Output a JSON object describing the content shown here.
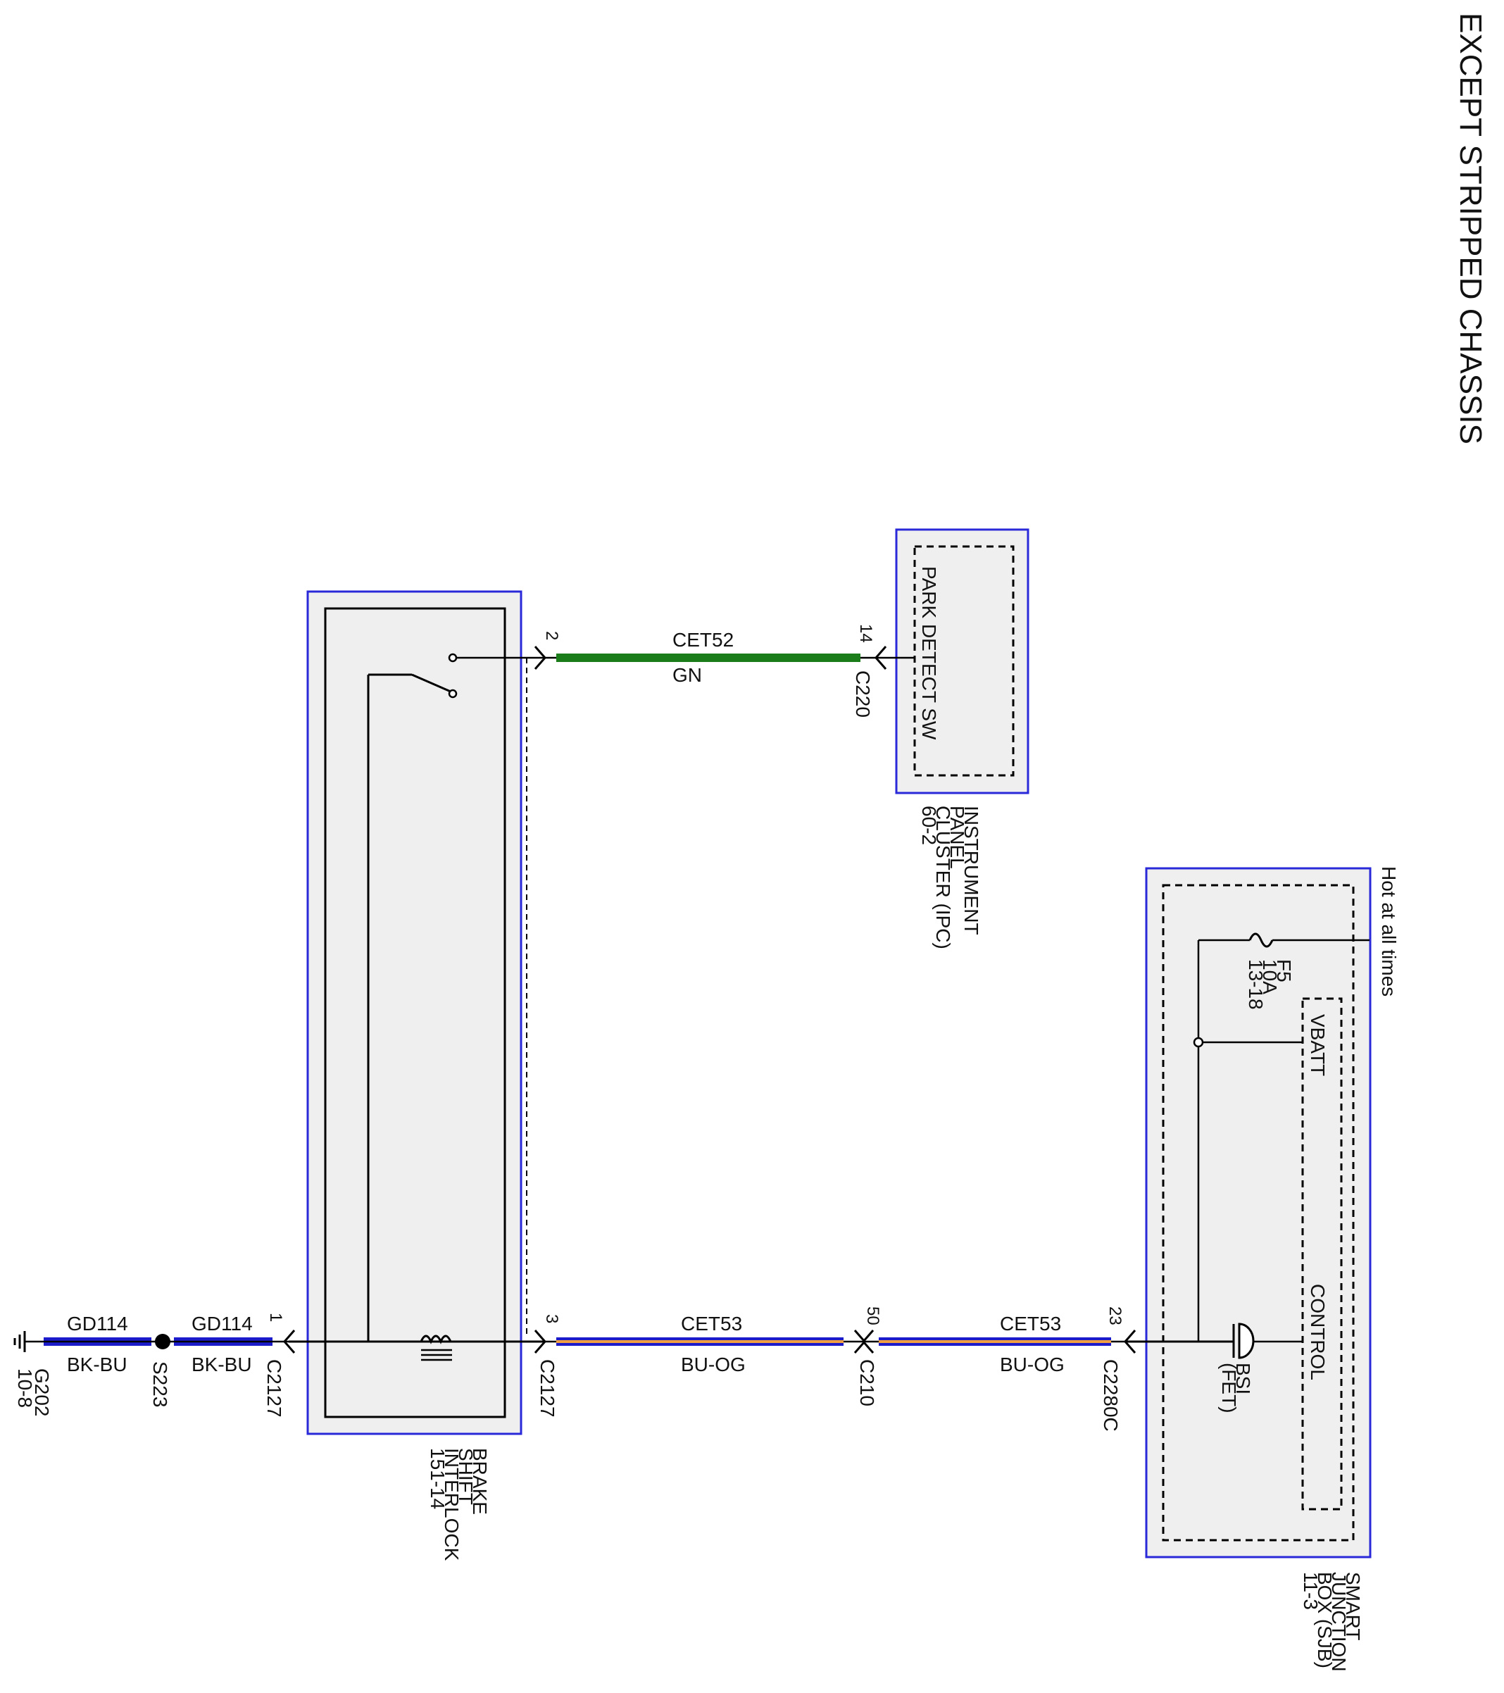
{
  "title": "EXCEPT STRIPPED CHASSIS",
  "colors": {
    "module_border": "#2929d9",
    "module_fill": "#efefef",
    "wire_black": "#000000",
    "wire_green": "#1a7d1a",
    "wire_blue": "#1b1bcc",
    "wire_orange": "#f0a040"
  },
  "components": {
    "ipc": {
      "inner_label": "PARK DETECT SW",
      "name_lines": [
        "INSTRUMENT",
        "PANEL",
        "CLUSTER (IPC)",
        "60-2"
      ]
    },
    "bsi": {
      "name_lines": [
        "BRAKE",
        "SHIFT",
        "INTERLOCK",
        "151-14"
      ]
    },
    "sjb": {
      "name_lines": [
        "SMART",
        "JUNCTION",
        "BOX (SJB)",
        "11-3"
      ],
      "vbatt_label": "VBATT",
      "control_label": "CONTROL",
      "fet_lines": [
        "BSI",
        "(FET)"
      ],
      "fuse_lines": [
        "F5",
        "10A",
        "13-18"
      ],
      "hot_label": "Hot at all times"
    }
  },
  "connectors": {
    "c2127_pin1": {
      "pin": "1",
      "name": "C2127"
    },
    "c2127_pin3": {
      "pin": "3",
      "name": "C2127"
    },
    "c2127_pin2": {
      "pin": "2"
    },
    "c220_pin14": {
      "pin": "14",
      "name": "C220"
    },
    "c210_pin50": {
      "pin": "50",
      "name": "C210"
    },
    "c2280c_pin23": {
      "pin": "23",
      "name": "C2280C"
    }
  },
  "wires": {
    "gd114_left": {
      "circuit": "GD114",
      "color": "BK-BU"
    },
    "gd114_right": {
      "circuit": "GD114",
      "color": "BK-BU"
    },
    "cet52": {
      "circuit": "CET52",
      "color": "GN"
    },
    "cet53_left": {
      "circuit": "CET53",
      "color": "BU-OG"
    },
    "cet53_right": {
      "circuit": "CET53",
      "color": "BU-OG"
    }
  },
  "splice": {
    "name": "S223"
  },
  "ground": {
    "name": "G202",
    "ref": "10-8"
  }
}
